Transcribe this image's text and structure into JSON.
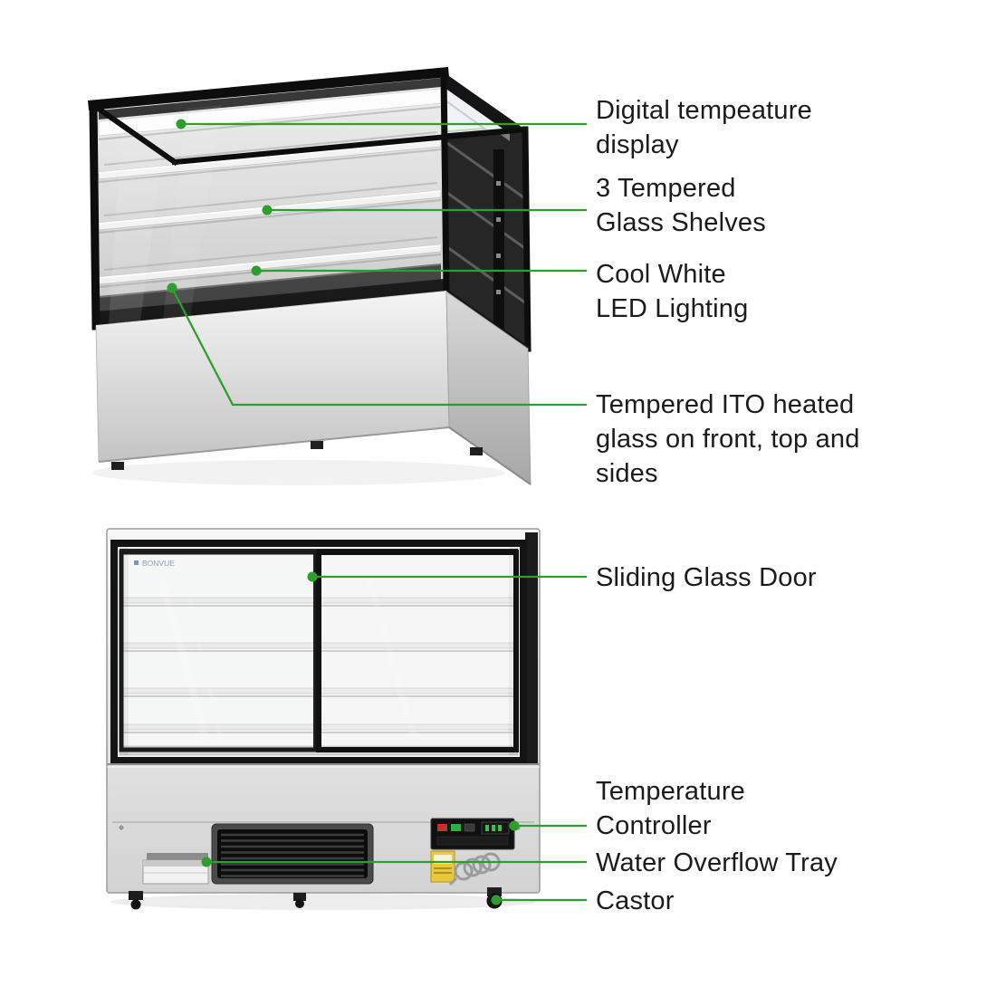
{
  "branding": {
    "logo_text": "BONVUE",
    "logo_color": "#1a6fd4"
  },
  "colors": {
    "callout_green": "#2F9E2F",
    "text": "#1b1b1b"
  },
  "callouts": [
    {
      "id": "digital-display",
      "label": "Digital tempeature\ndisplay"
    },
    {
      "id": "glass-shelves",
      "label": "3 Tempered\nGlass Shelves"
    },
    {
      "id": "led-lighting",
      "label": "Cool White\nLED Lighting"
    },
    {
      "id": "ito-glass",
      "label": "Tempered ITO heated\nglass on front, top and\nsides"
    },
    {
      "id": "sliding-door",
      "label": "Sliding Glass Door"
    },
    {
      "id": "temp-controller",
      "label": "Temperature\nController"
    },
    {
      "id": "water-tray",
      "label": "Water Overflow Tray"
    },
    {
      "id": "castor",
      "label": "Castor"
    }
  ]
}
